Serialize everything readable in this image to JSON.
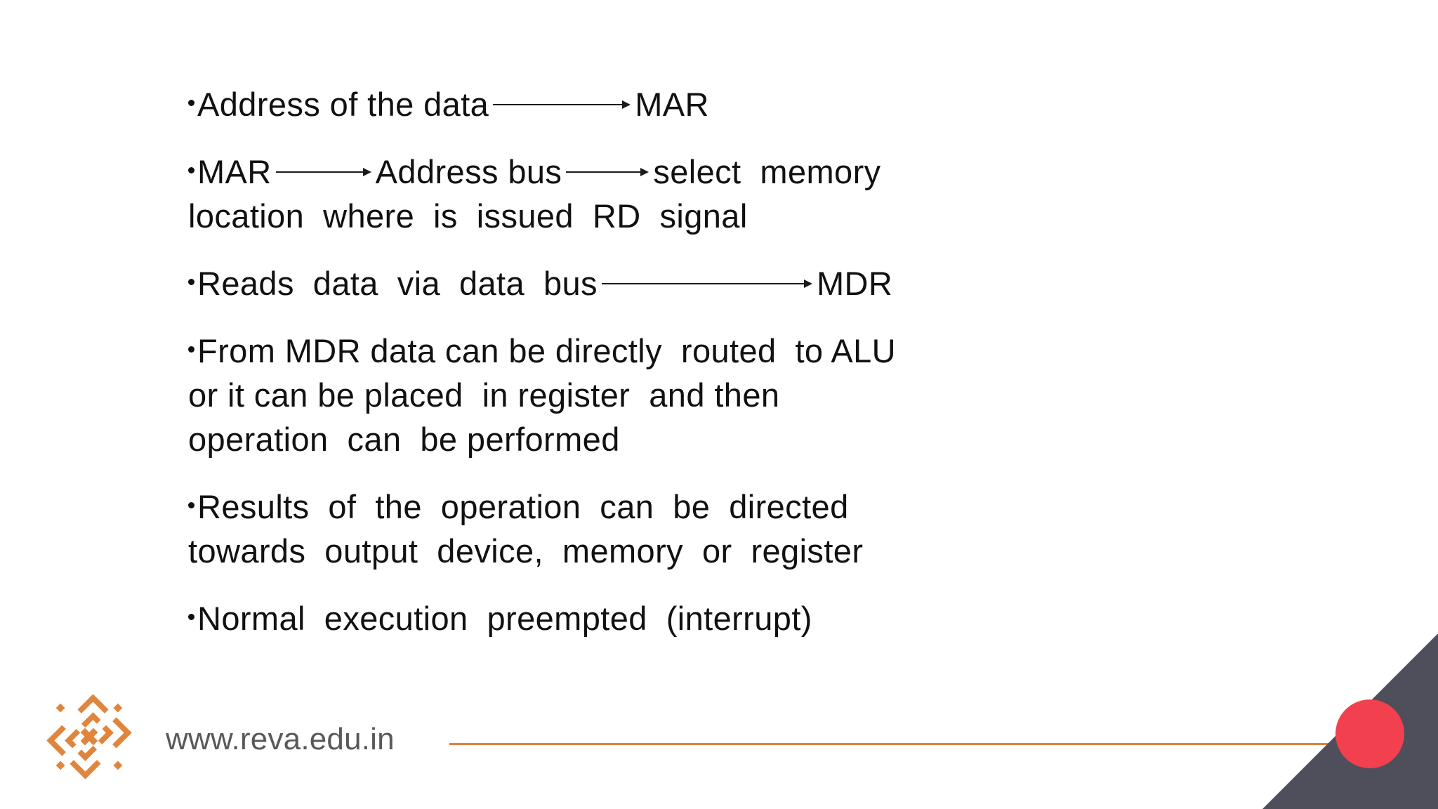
{
  "slide": {
    "background_color": "#ffffff",
    "text_color": "#111111"
  },
  "content": {
    "bullets": [
      {
        "id": "bullet-address-of-data",
        "lines": [
          {
            "parts": [
              {
                "type": "text",
                "value": "Address of the data"
              },
              {
                "type": "arrow",
                "length": "long"
              },
              {
                "type": "text",
                "value": "MAR"
              }
            ]
          }
        ],
        "plain_text": "Address of the data → MAR"
      },
      {
        "id": "bullet-mar-address-bus",
        "lines": [
          {
            "parts": [
              {
                "type": "text",
                "value": "MAR"
              },
              {
                "type": "arrow",
                "length": "medium"
              },
              {
                "type": "text",
                "value": "Address bus"
              },
              {
                "type": "arrow",
                "length": "medium"
              },
              {
                "type": "text",
                "value": "select  memory"
              }
            ]
          },
          {
            "parts": [
              {
                "type": "text",
                "value": "location  where  is  issued  RD  signal"
              }
            ]
          }
        ],
        "plain_text": "MAR → Address bus → select memory location where is issued RD signal"
      },
      {
        "id": "bullet-reads-data-via-data-bus",
        "lines": [
          {
            "parts": [
              {
                "type": "text",
                "value": "Reads  data  via  data  bus"
              },
              {
                "type": "arrow",
                "length": "extra-long"
              },
              {
                "type": "text",
                "value": "MDR"
              }
            ]
          }
        ],
        "plain_text": "Reads data via data bus → MDR"
      },
      {
        "id": "bullet-from-mdr-data",
        "lines": [
          {
            "parts": [
              {
                "type": "text",
                "value": "From MDR data can be directly  routed  to ALU"
              }
            ]
          },
          {
            "parts": [
              {
                "type": "text",
                "value": "or it can be placed  in register  and then"
              }
            ]
          },
          {
            "parts": [
              {
                "type": "text",
                "value": "operation  can  be performed"
              }
            ]
          }
        ],
        "plain_text": "From MDR data can be directly routed to ALU or it can be placed in register and then operation can be performed"
      },
      {
        "id": "bullet-results-of-operation",
        "lines": [
          {
            "parts": [
              {
                "type": "text",
                "value": "Results  of  the  operation  can  be  directed"
              }
            ]
          },
          {
            "parts": [
              {
                "type": "text",
                "value": "towards  output  device,  memory  or  register"
              }
            ]
          }
        ],
        "plain_text": "Results of the operation can be directed towards output device, memory or register"
      },
      {
        "id": "bullet-normal-execution",
        "lines": [
          {
            "parts": [
              {
                "type": "text",
                "value": "Normal  execution  preempted  (interrupt)"
              }
            ]
          }
        ],
        "plain_text": "Normal execution preempted (interrupt)"
      }
    ],
    "bullet_glyph": "•",
    "arrow_glyph": "→"
  },
  "footer": {
    "logo_name": "reva-endless-knot-logo",
    "logo_color": "#E2853C",
    "site_url": "www.reva.edu.in",
    "url_color": "#595959",
    "rule_color": "#E3813A",
    "corner_triangle_color": "#4F4F5C",
    "corner_dot_color": "#F2404E"
  },
  "b0l0p0": "Address of the data",
  "b0l0p2": "MAR",
  "b1l0p0": "MAR",
  "b1l0p2": "Address bus",
  "b1l0p4": "select  memory",
  "b1l1p0": "location  where  is  issued  RD  signal",
  "b2l0p0": "Reads  data  via  data  bus",
  "b2l0p2": "MDR",
  "b3l0": "From MDR data can be directly  routed  to ALU",
  "b3l1": "or it can be placed  in register  and then",
  "b3l2": "operation  can  be performed",
  "b4l0": "Results  of  the  operation  can  be  directed",
  "b4l1": "towards  output  device,  memory  or  register",
  "b5l0": "Normal  execution  preempted  (interrupt)"
}
